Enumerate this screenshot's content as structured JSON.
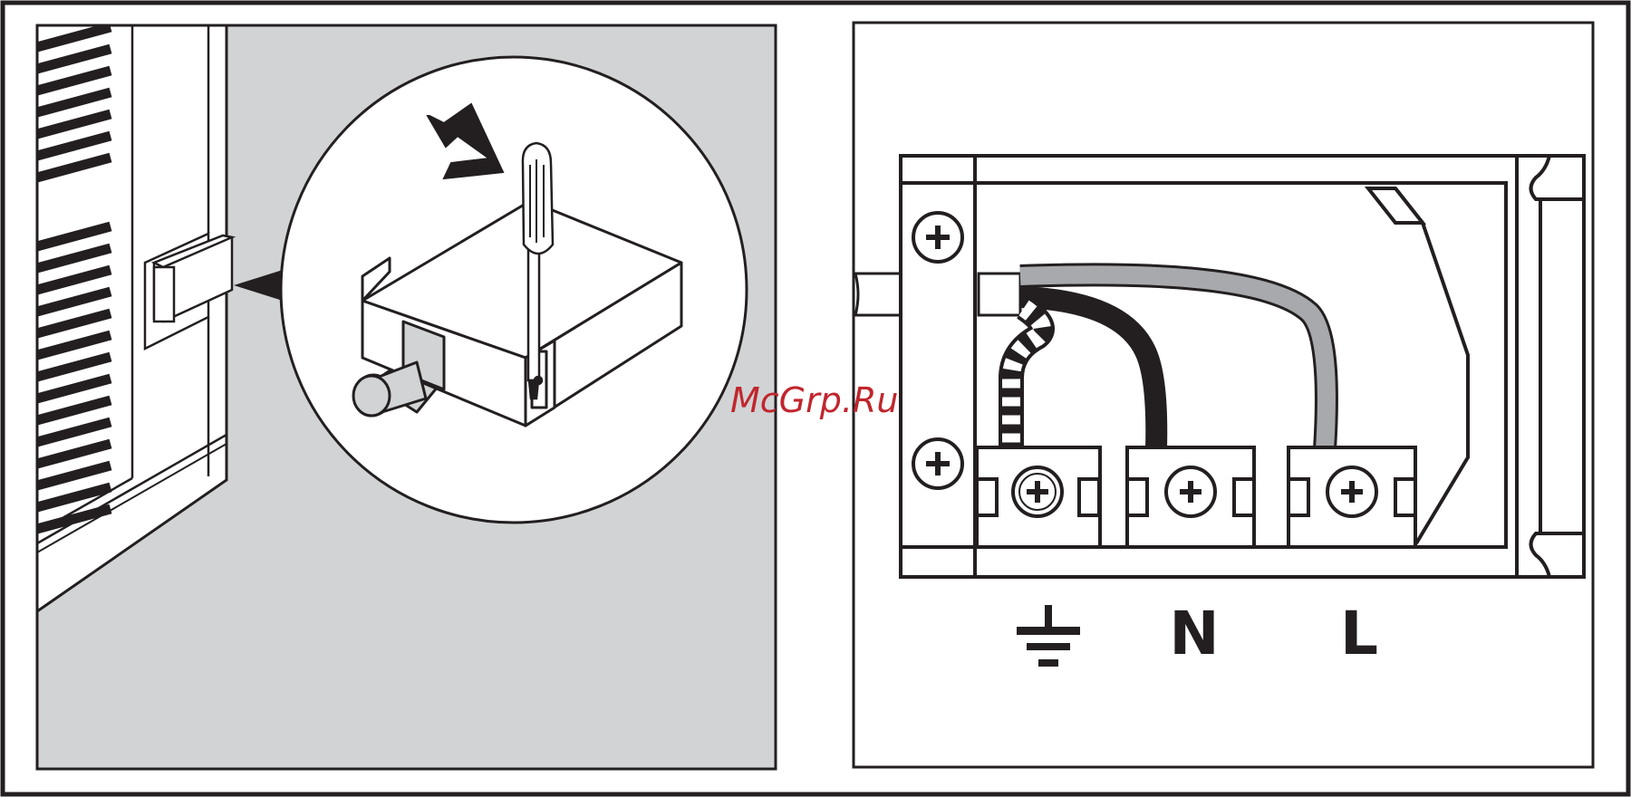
{
  "watermark": {
    "text": "McGrp.Ru",
    "color": "#c0262d"
  },
  "colors": {
    "outline": "#231f20",
    "panel_gray": "#d1d3d4",
    "wire_gray": "#a7a9ac",
    "wire_black": "#231f20"
  },
  "icons": {
    "earth": "earth-ground-icon",
    "screw": "screw-head-icon",
    "arrow": "pointer-arrow-icon",
    "screwdriver": "screwdriver-icon"
  },
  "terminals": [
    {
      "id": "earth",
      "label": ""
    },
    {
      "id": "neutral",
      "label": "N"
    },
    {
      "id": "live",
      "label": "L"
    }
  ]
}
